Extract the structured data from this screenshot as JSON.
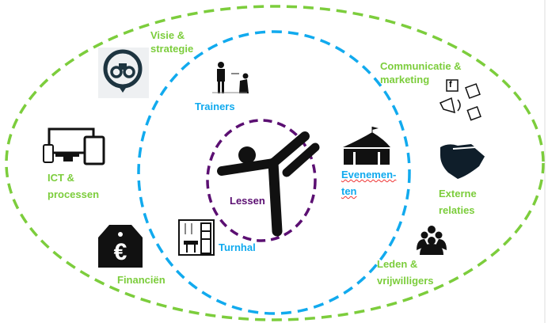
{
  "colors": {
    "outer": "#7ccd3c",
    "middle": "#11aaee",
    "inner": "#5b0f72"
  },
  "labels": {
    "visie": [
      "Visie &",
      "strategie"
    ],
    "trainers": "Trainers",
    "communicatie": [
      "Communicatie &",
      "marketing"
    ],
    "ict": [
      "ICT &",
      "processen"
    ],
    "evenementen": [
      "Evenemen-",
      "ten"
    ],
    "externe": [
      "Externe",
      "relaties"
    ],
    "lessen": "Lessen",
    "turnhal": "Turnhal",
    "financien": "Financiën",
    "leden": [
      "Leden &",
      "vrijwilligers"
    ]
  },
  "icons": {
    "euro_symbol": "€",
    "facebook": "f"
  }
}
